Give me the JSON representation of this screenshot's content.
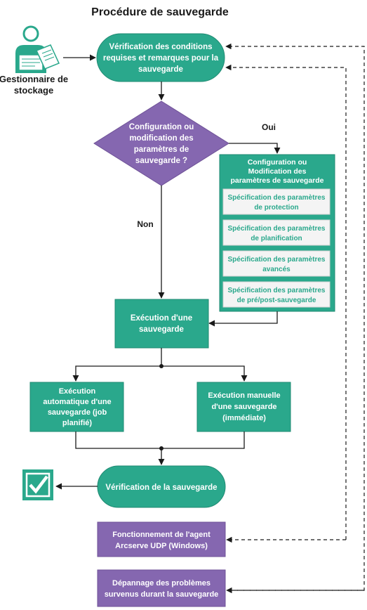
{
  "title": "Procédure de sauvegarde",
  "actor": {
    "icon": "storage-manager-person-icon",
    "label_line1": "Gestionnaire de",
    "label_line2": "stockage"
  },
  "start_step": {
    "line1": "Vérification des conditions",
    "line2": "requises et remarques pour la",
    "line3": "sauvegarde"
  },
  "decision": {
    "line1": "Configuration ou",
    "line2": "modification des",
    "line3": "paramètres de",
    "line4": "sauvegarde ?",
    "yes_label": "Oui",
    "no_label": "Non"
  },
  "config_group": {
    "title_line1": "Configuration ou",
    "title_line2": "Modification des",
    "title_line3": "paramètres de sauvegarde",
    "items": [
      {
        "line1": "Spécification des paramètres",
        "line2": "de protection"
      },
      {
        "line1": "Spécification des paramètres",
        "line2": "de planification"
      },
      {
        "line1": "Spécification des paramètres",
        "line2": "avancés"
      },
      {
        "line1": "Spécification des paramètres",
        "line2": "de pré/post-sauvegarde"
      }
    ]
  },
  "run_backup": {
    "line1": "Exécution d'une",
    "line2": "sauvegarde"
  },
  "auto_backup": {
    "line1": "Exécution",
    "line2": "automatique d'une",
    "line3": "sauvegarde (job",
    "line4": "planifié)"
  },
  "manual_backup": {
    "line1": "Exécution manuelle",
    "line2": "d'une sauvegarde",
    "line3": "(immédiate)"
  },
  "verify": {
    "label": "Vérification de la sauvegarde",
    "icon": "checkmark-icon"
  },
  "related": [
    {
      "line1": "Fonctionnement de l'agent",
      "line2": "Arcserve UDP (Windows)"
    },
    {
      "line1": "Dépannage des problèmes",
      "line2": "survenus durant la sauvegarde"
    }
  ],
  "colors": {
    "teal": "#2aa88c",
    "teal_dark": "#1f8a72",
    "purple": "#8567b0",
    "purple_dark": "#6f5297",
    "inner_box": "#f4f4f4",
    "inner_text": "#2aa88c",
    "arrow": "#1a1a1a"
  }
}
